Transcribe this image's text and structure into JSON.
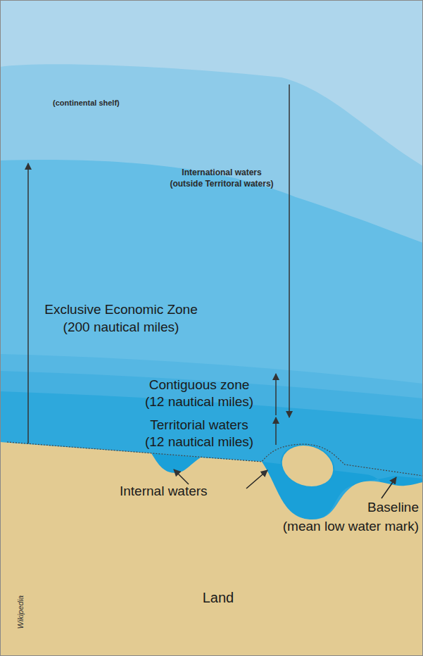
{
  "diagram": {
    "labels": [
      "(continental shelf)",
      "International waters (outside Territoral waters)",
      "Exclusive Economic Zone (200 nautical miles)",
      "Contiguous zone (12 nautical miles)",
      "Territorial waters (12 nautical miles)",
      "Internal waters",
      "Baseline (mean low water mark)",
      "Land",
      "Wikipedia"
    ]
  }
}
